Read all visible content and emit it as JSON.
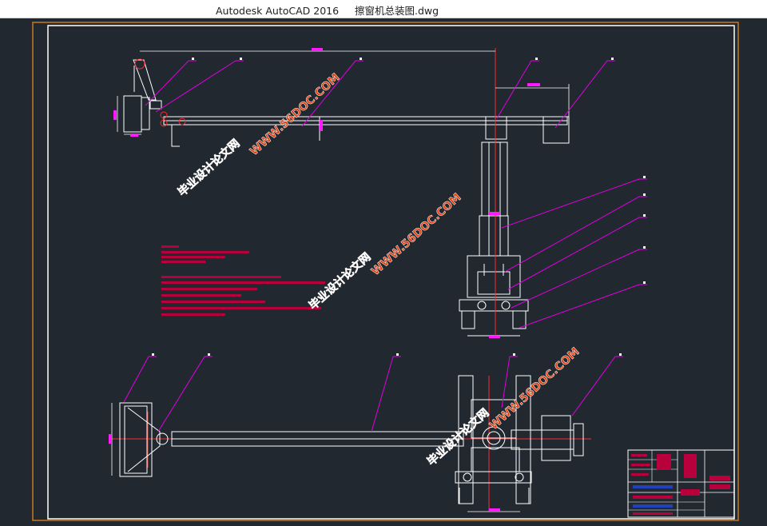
{
  "window": {
    "app_name": "Autodesk AutoCAD 2016",
    "file_name": "擦窗机总装图.dwg"
  },
  "watermarks": [
    "WWW.56DOC.COM",
    "毕业设计论文网"
  ],
  "colors": {
    "background": "#212830",
    "frame_outer": "#c8781e",
    "frame_inner": "#ffffff",
    "geometry": "#ffffff",
    "centerline": "#ff2a2a",
    "leader": "#e000e0",
    "dimension_text": "#ff1aff",
    "notes": "#b8003c",
    "watermark": "#e04010"
  }
}
